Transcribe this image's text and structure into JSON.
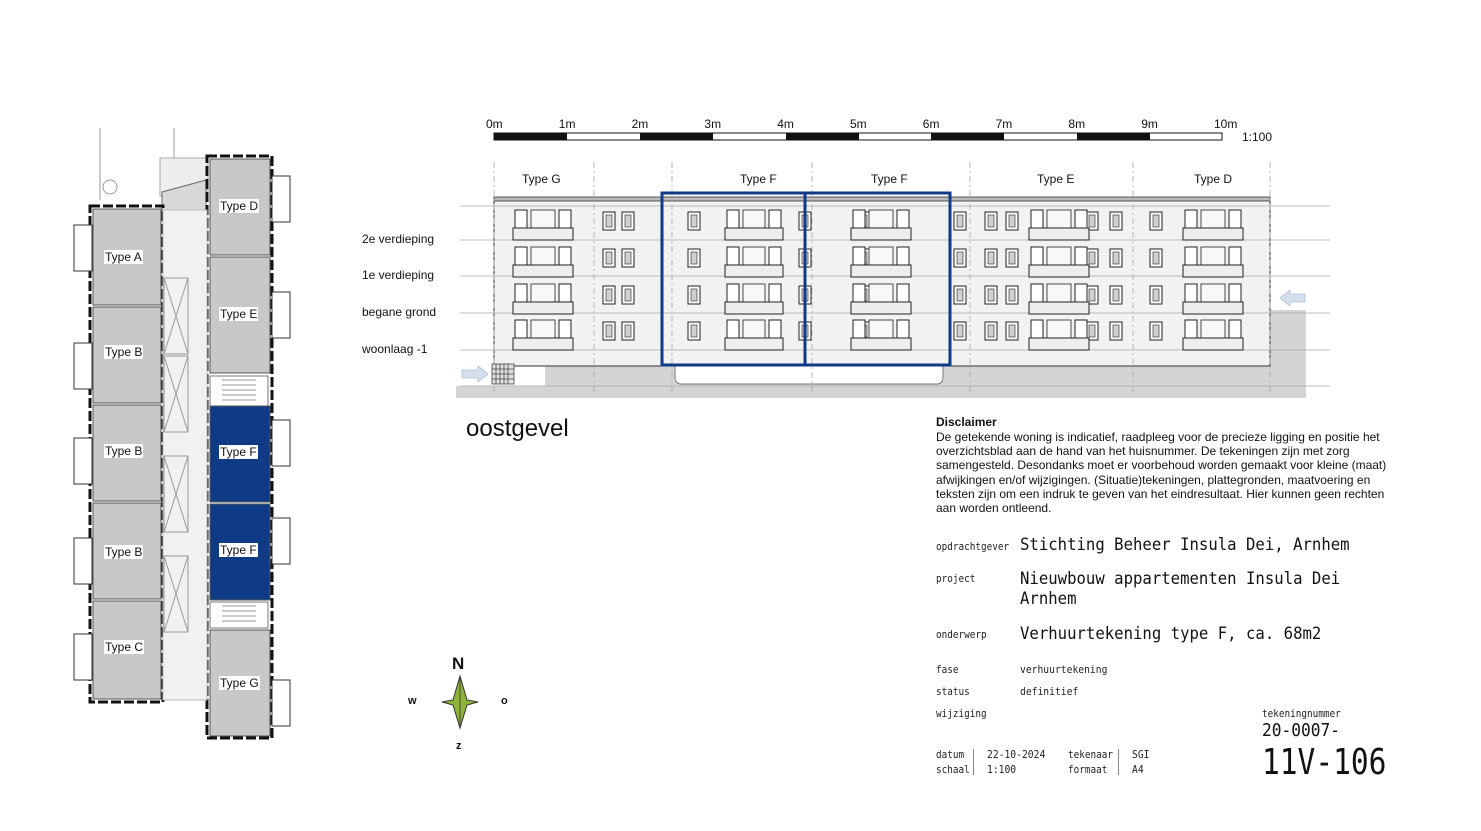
{
  "colors": {
    "highlight": "#0f3a86",
    "unit_gray": "#c8c8c8",
    "outline": "#111111",
    "ground": "#d4d4d4",
    "compass": "#8db33a"
  },
  "floorplan": {
    "units": [
      {
        "id": "A",
        "label": "Type A",
        "highlight": false
      },
      {
        "id": "B1",
        "label": "Type B",
        "highlight": false
      },
      {
        "id": "B2",
        "label": "Type B",
        "highlight": false
      },
      {
        "id": "B3",
        "label": "Type B",
        "highlight": false
      },
      {
        "id": "C",
        "label": "Type C",
        "highlight": false
      },
      {
        "id": "D",
        "label": "Type D",
        "highlight": false
      },
      {
        "id": "E",
        "label": "Type E",
        "highlight": false
      },
      {
        "id": "F1",
        "label": "Type F",
        "highlight": true
      },
      {
        "id": "F2",
        "label": "Type F",
        "highlight": true
      },
      {
        "id": "G",
        "label": "Type G",
        "highlight": false
      }
    ]
  },
  "compass": {
    "n": "N",
    "w": "w",
    "o": "o",
    "z": "z"
  },
  "scale_bar": {
    "ticks": [
      "0m",
      "1m",
      "2m",
      "3m",
      "4m",
      "5m",
      "6m",
      "7m",
      "8m",
      "9m",
      "10m"
    ],
    "ratio": "1:100"
  },
  "elevation": {
    "title": "oostgevel",
    "type_labels": [
      "Type G",
      "Type F",
      "Type F",
      "Type E",
      "Type D"
    ],
    "floor_labels": [
      "2e verdieping",
      "1e verdieping",
      "begane grond",
      "woonlaag -1"
    ]
  },
  "disclaimer": {
    "title": "Disclaimer",
    "body": "De getekende woning is indicatief, raadpleeg voor de precieze ligging en positie het overzichtsblad aan de hand van het huisnummer. De tekeningen zijn met zorg samengesteld. Desondanks moet er voorbehoud worden gemaakt voor kleine (maat) afwijkingen en/of wijzigingen. (Situatie)tekeningen, plattegronden, maatvoering en teksten zijn om een indruk te geven van het eindresultaat. Hier kunnen geen rechten aan worden ontleend."
  },
  "titleblock": {
    "client_label": "opdrachtgever",
    "client": "Stichting Beheer Insula Dei, Arnhem",
    "project_label": "project",
    "project": "Nieuwbouw appartementen Insula Dei Arnhem",
    "subject_label": "onderwerp",
    "subject": "Verhuurtekening type F, ca. 68m2",
    "phase_label": "fase",
    "phase": "verhuurtekening",
    "status_label": "status",
    "status": "definitief",
    "change_label": "wijziging",
    "date_label": "datum",
    "date": "22-10-2024",
    "scale_label": "schaal",
    "scale": "1:100",
    "drawer_label": "tekenaar",
    "drawer": "SGI",
    "format_label": "formaat",
    "format": "A4",
    "drawing_number_label": "tekeningnummer",
    "drawing_number_prefix": "20-0007-",
    "drawing_number": "11V-106"
  }
}
